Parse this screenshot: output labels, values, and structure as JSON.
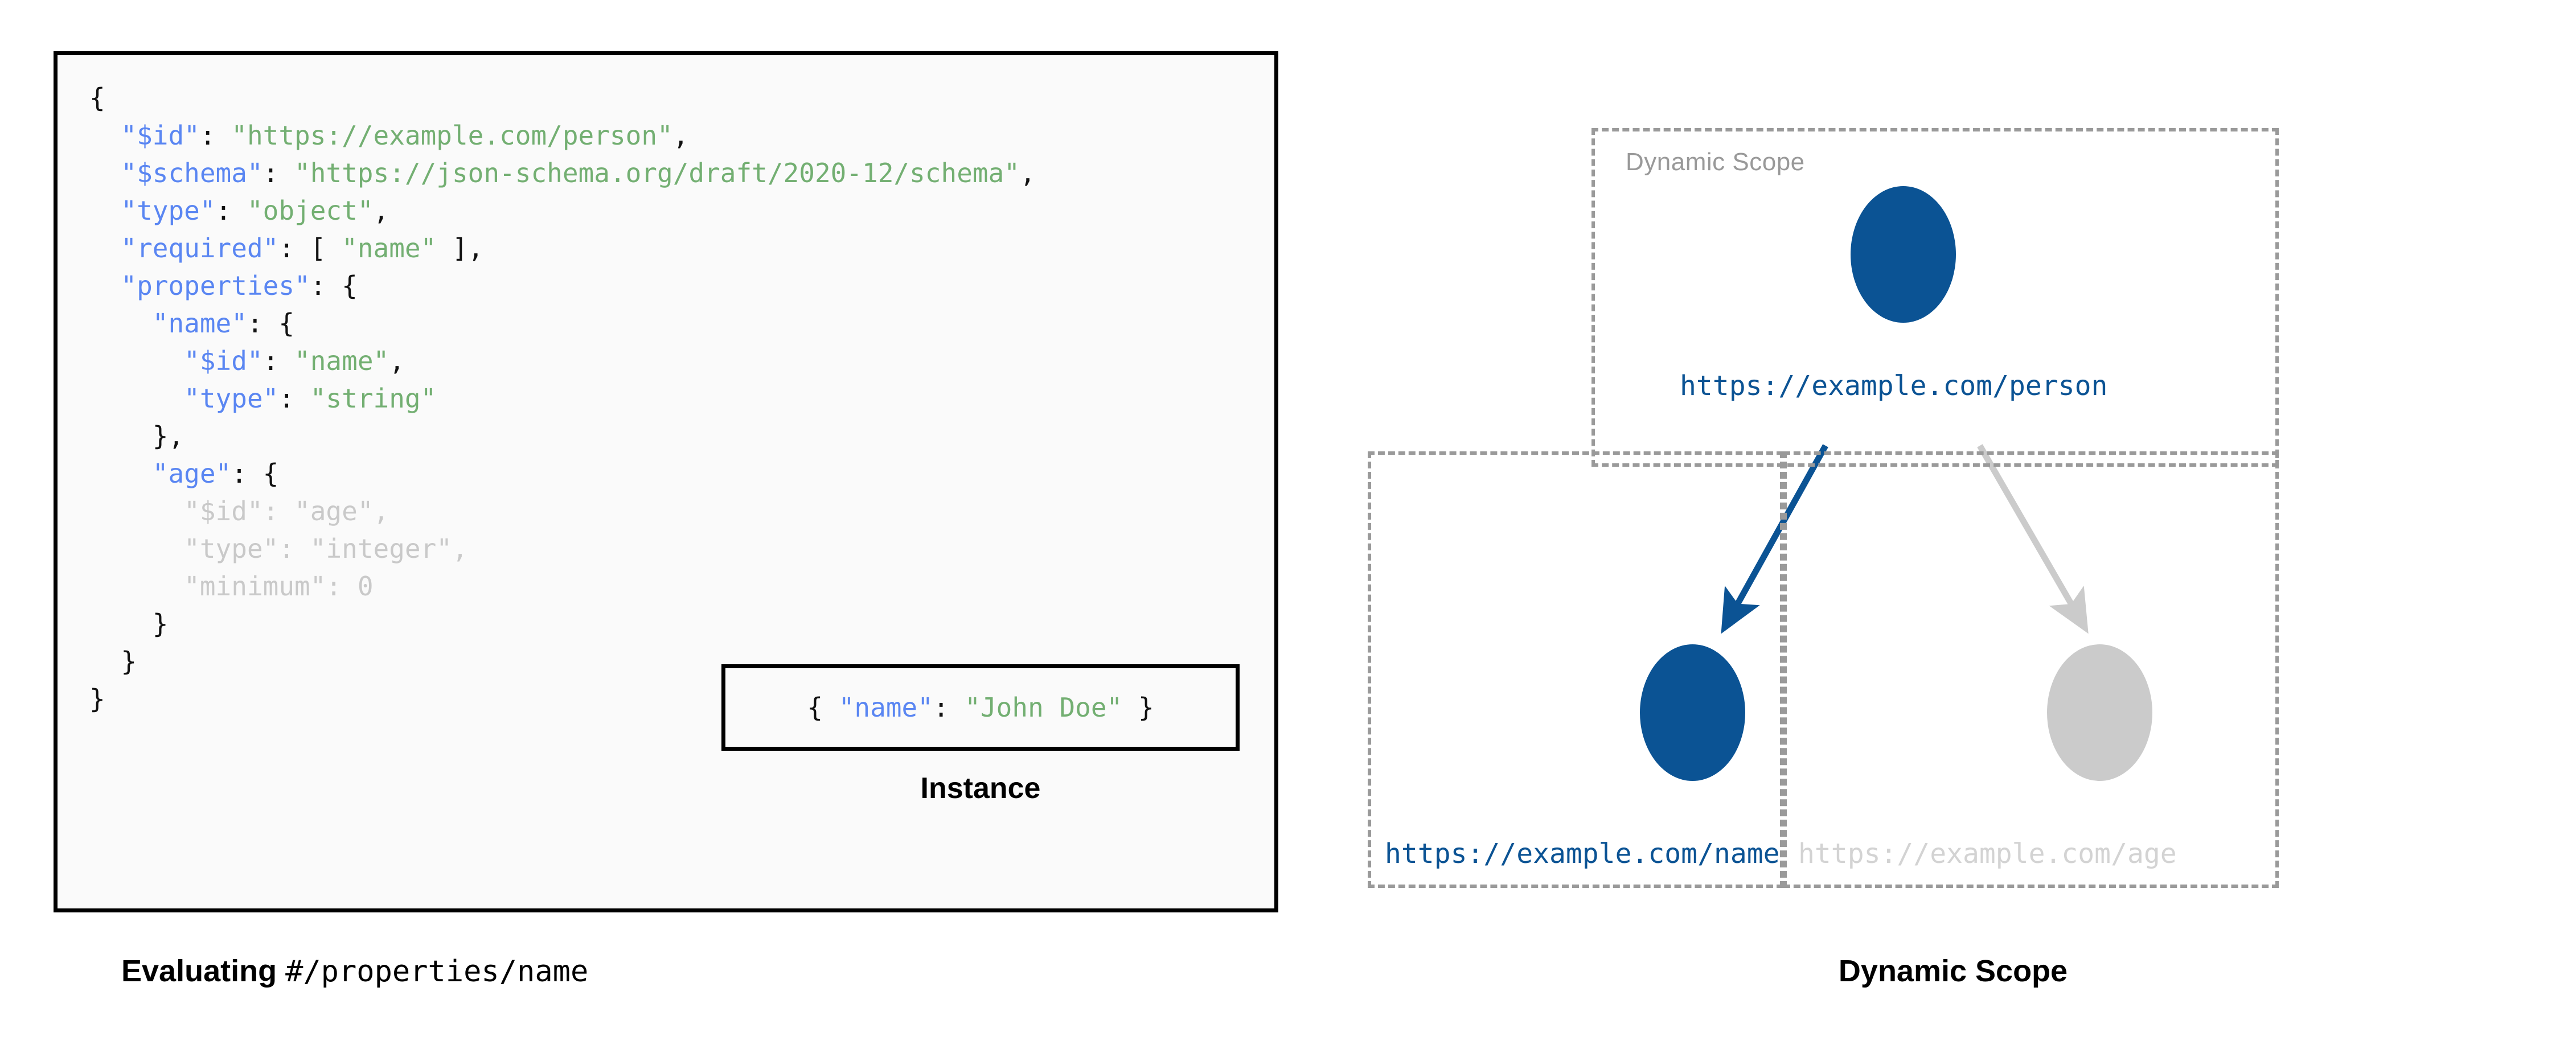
{
  "schema_panel": {
    "code_lines": [
      {
        "indent": 0,
        "parts": [
          {
            "t": "{",
            "c": "punc"
          }
        ]
      },
      {
        "indent": 1,
        "parts": [
          {
            "t": "\"$id\"",
            "c": "key"
          },
          {
            "t": ": ",
            "c": "punc"
          },
          {
            "t": "\"https://example.com/person\"",
            "c": "str"
          },
          {
            "t": ",",
            "c": "punc"
          }
        ]
      },
      {
        "indent": 1,
        "parts": [
          {
            "t": "\"$schema\"",
            "c": "key"
          },
          {
            "t": ": ",
            "c": "punc"
          },
          {
            "t": "\"https://json-schema.org/draft/2020-12/schema\"",
            "c": "str"
          },
          {
            "t": ",",
            "c": "punc"
          }
        ]
      },
      {
        "indent": 1,
        "parts": [
          {
            "t": "\"type\"",
            "c": "key"
          },
          {
            "t": ": ",
            "c": "punc"
          },
          {
            "t": "\"object\"",
            "c": "str"
          },
          {
            "t": ",",
            "c": "punc"
          }
        ]
      },
      {
        "indent": 1,
        "parts": [
          {
            "t": "\"required\"",
            "c": "key"
          },
          {
            "t": ": [ ",
            "c": "punc"
          },
          {
            "t": "\"name\"",
            "c": "str"
          },
          {
            "t": " ],",
            "c": "punc"
          }
        ]
      },
      {
        "indent": 1,
        "parts": [
          {
            "t": "\"properties\"",
            "c": "key"
          },
          {
            "t": ": {",
            "c": "punc"
          }
        ]
      },
      {
        "indent": 2,
        "parts": [
          {
            "t": "\"name\"",
            "c": "key"
          },
          {
            "t": ": {",
            "c": "punc"
          }
        ]
      },
      {
        "indent": 3,
        "parts": [
          {
            "t": "\"$id\"",
            "c": "key"
          },
          {
            "t": ": ",
            "c": "punc"
          },
          {
            "t": "\"name\"",
            "c": "str"
          },
          {
            "t": ",",
            "c": "punc"
          }
        ]
      },
      {
        "indent": 3,
        "parts": [
          {
            "t": "\"type\"",
            "c": "key"
          },
          {
            "t": ": ",
            "c": "punc"
          },
          {
            "t": "\"string\"",
            "c": "str"
          }
        ]
      },
      {
        "indent": 2,
        "parts": [
          {
            "t": "},",
            "c": "punc"
          }
        ]
      },
      {
        "indent": 2,
        "parts": [
          {
            "t": "\"age\"",
            "c": "key"
          },
          {
            "t": ": {",
            "c": "punc"
          }
        ]
      },
      {
        "indent": 3,
        "parts": [
          {
            "t": "\"$id\"",
            "c": "dim"
          },
          {
            "t": ": ",
            "c": "dim"
          },
          {
            "t": "\"age\"",
            "c": "dim"
          },
          {
            "t": ",",
            "c": "dim"
          }
        ]
      },
      {
        "indent": 3,
        "parts": [
          {
            "t": "\"type\"",
            "c": "dim"
          },
          {
            "t": ": ",
            "c": "dim"
          },
          {
            "t": "\"integer\"",
            "c": "dim"
          },
          {
            "t": ",",
            "c": "dim"
          }
        ]
      },
      {
        "indent": 3,
        "parts": [
          {
            "t": "\"minimum\"",
            "c": "dim"
          },
          {
            "t": ": ",
            "c": "dim"
          },
          {
            "t": "0",
            "c": "dim"
          }
        ]
      },
      {
        "indent": 2,
        "parts": [
          {
            "t": "}",
            "c": "punc"
          }
        ]
      },
      {
        "indent": 1,
        "parts": [
          {
            "t": "}",
            "c": "punc"
          }
        ]
      },
      {
        "indent": 0,
        "parts": [
          {
            "t": "}",
            "c": "punc"
          }
        ]
      }
    ]
  },
  "instance": {
    "code_parts": [
      {
        "t": "{ ",
        "c": "punc"
      },
      {
        "t": "\"name\"",
        "c": "key"
      },
      {
        "t": ": ",
        "c": "punc"
      },
      {
        "t": "\"John Doe\"",
        "c": "str"
      },
      {
        "t": " }",
        "c": "punc"
      }
    ],
    "caption": "Instance"
  },
  "left_caption": {
    "bold_text": "Evaluating ",
    "mono_text": "#/properties/name"
  },
  "diagram": {
    "scope_label": "Dynamic Scope",
    "caption": "Dynamic Scope",
    "nodes": [
      {
        "id": "person",
        "label": "https://example.com/person",
        "state": "active"
      },
      {
        "id": "name",
        "label": "https://example.com/name",
        "state": "active"
      },
      {
        "id": "age",
        "label": "https://example.com/age",
        "state": "muted"
      }
    ],
    "edges": [
      {
        "from": "person",
        "to": "name",
        "state": "active"
      },
      {
        "from": "person",
        "to": "age",
        "state": "muted"
      }
    ]
  },
  "colors": {
    "accent_blue": "#0B5394",
    "muted_grey": "#cbcbcb",
    "key_blue": "#5A86F2",
    "string_green": "#73AF72",
    "dim_text": "#c9c9c9",
    "dashed_border": "#9a9a9a",
    "code_bg": "#fafafa"
  }
}
